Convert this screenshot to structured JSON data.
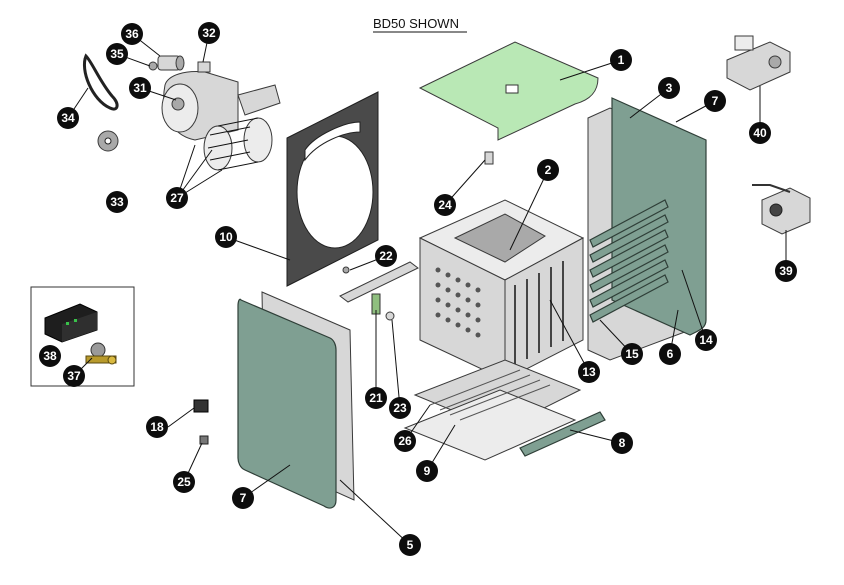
{
  "title": "BD50 SHOWN",
  "callouts": [
    "1",
    "2",
    "3",
    "5",
    "6",
    "7",
    "7",
    "8",
    "9",
    "10",
    "13",
    "14",
    "15",
    "18",
    "21",
    "22",
    "23",
    "24",
    "25",
    "26",
    "27",
    "27",
    "27",
    "31",
    "32",
    "33",
    "34",
    "35",
    "36",
    "37",
    "38",
    "39",
    "40"
  ]
}
